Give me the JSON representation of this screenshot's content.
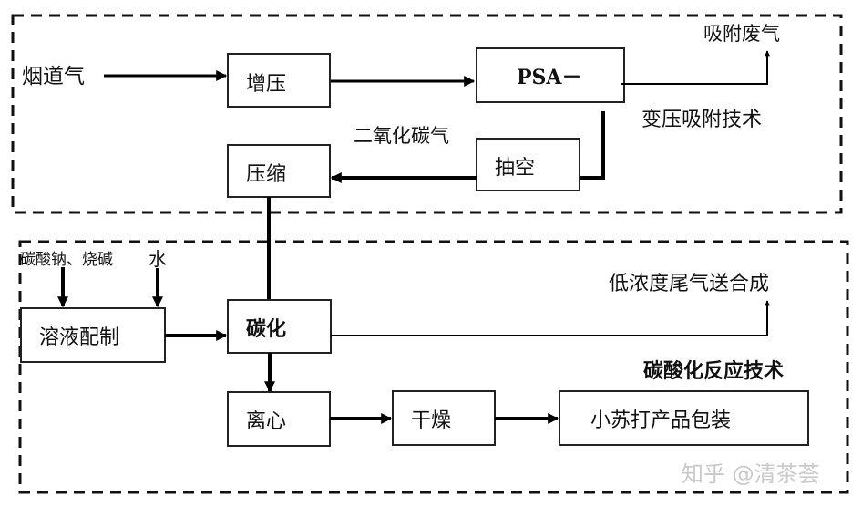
{
  "diagram": {
    "sections": {
      "psa": {
        "title": "变压吸附技术"
      },
      "carbonation": {
        "title": "碳酸化反应技术"
      }
    },
    "inputs": {
      "flue_gas": "烟道气",
      "soda_caustic": "碳酸钠、烧碱",
      "water": "水"
    },
    "outputs": {
      "adsorption_waste_gas": "吸附废气",
      "low_conc_tail_gas": "低浓度尾气送合成"
    },
    "stream_labels": {
      "co2_gas": "二氧化碳气"
    },
    "nodes": {
      "boost": "增压",
      "psa": "PSA－",
      "vacuum": "抽空",
      "compress": "压缩",
      "solution_prep": "溶液配制",
      "carbonize": "碳化",
      "centrifuge": "离心",
      "dry": "干燥",
      "package": "小苏打产品包装"
    },
    "edges": [
      [
        "flue_gas",
        "boost"
      ],
      [
        "boost",
        "psa"
      ],
      [
        "psa",
        "adsorption_waste_gas"
      ],
      [
        "psa",
        "vacuum"
      ],
      [
        "vacuum",
        "compress"
      ],
      [
        "compress",
        "carbonize"
      ],
      [
        "soda_caustic",
        "solution_prep"
      ],
      [
        "water",
        "solution_prep"
      ],
      [
        "solution_prep",
        "carbonize"
      ],
      [
        "carbonize",
        "low_conc_tail_gas"
      ],
      [
        "carbonize",
        "centrifuge"
      ],
      [
        "centrifuge",
        "dry"
      ],
      [
        "dry",
        "package"
      ]
    ],
    "watermark": "知乎 @清茶荟"
  }
}
